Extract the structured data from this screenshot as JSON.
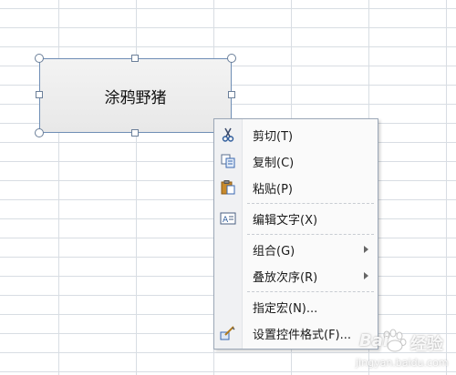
{
  "sheet": {
    "grid_color": "#d8dde3"
  },
  "shape": {
    "text": "涂鸦野猪"
  },
  "menu": {
    "items": [
      {
        "label": "剪切(T)",
        "icon": "scissors-icon"
      },
      {
        "label": "复制(C)",
        "icon": "copy-icon"
      },
      {
        "label": "粘贴(P)",
        "icon": "paste-icon"
      },
      {
        "label": "编辑文字(X)",
        "icon": "edit-text-icon"
      },
      {
        "label": "组合(G)",
        "submenu": true
      },
      {
        "label": "叠放次序(R)",
        "submenu": true
      },
      {
        "label": "指定宏(N)..."
      },
      {
        "label": "设置控件格式(F)...",
        "icon": "format-control-icon"
      }
    ]
  },
  "watermark": {
    "brand": "Bai",
    "suffix": "经验",
    "url": "jingyan.baidu.com"
  }
}
